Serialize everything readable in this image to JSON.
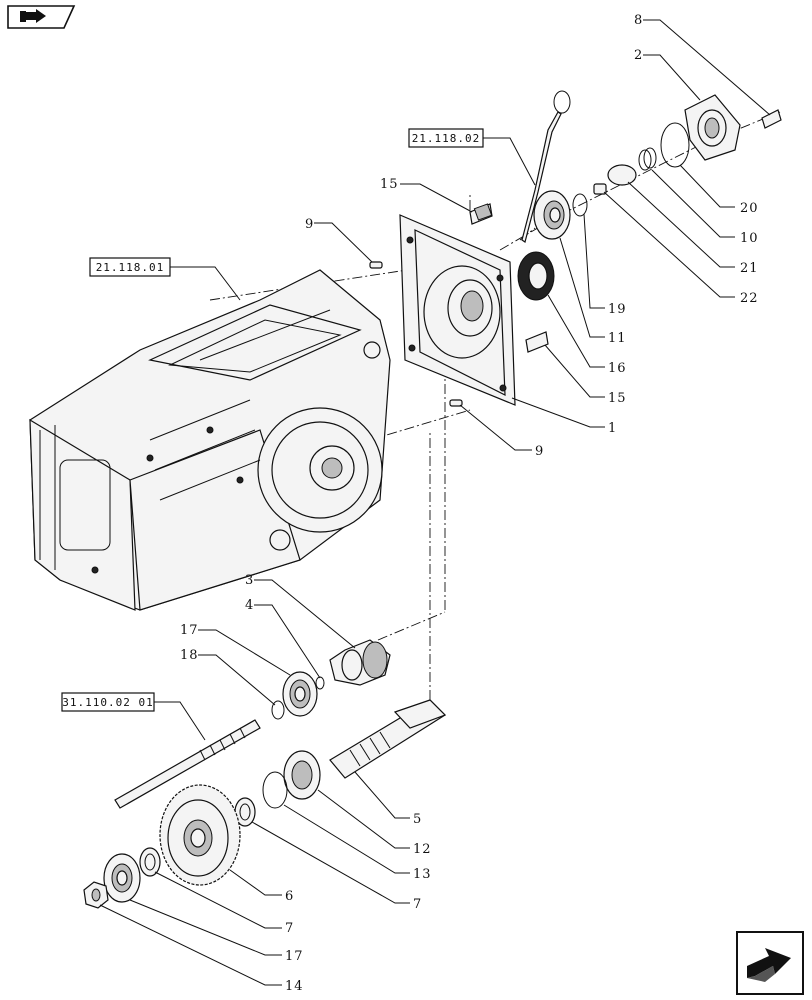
{
  "refs": {
    "r1": "21.118.02",
    "r2": "21.118.01",
    "r3": "31.110.02 01"
  },
  "callouts": {
    "c8": "8",
    "c2": "2",
    "c20": "20",
    "c10": "10",
    "c21": "21",
    "c22": "22",
    "c15a": "15",
    "c9a": "9",
    "c19": "19",
    "c11": "11",
    "c16": "16",
    "c15b": "15",
    "c1": "1",
    "c9b": "9",
    "c3": "3",
    "c4": "4",
    "c17a": "17",
    "c18": "18",
    "c5": "5",
    "c12": "12",
    "c13": "13",
    "c7a": "7",
    "c6": "6",
    "c7b": "7",
    "c17b": "17",
    "c14": "14"
  },
  "icons": {
    "top_left": "book-arrow-icon",
    "bottom_right": "next-page-arrow-icon"
  }
}
